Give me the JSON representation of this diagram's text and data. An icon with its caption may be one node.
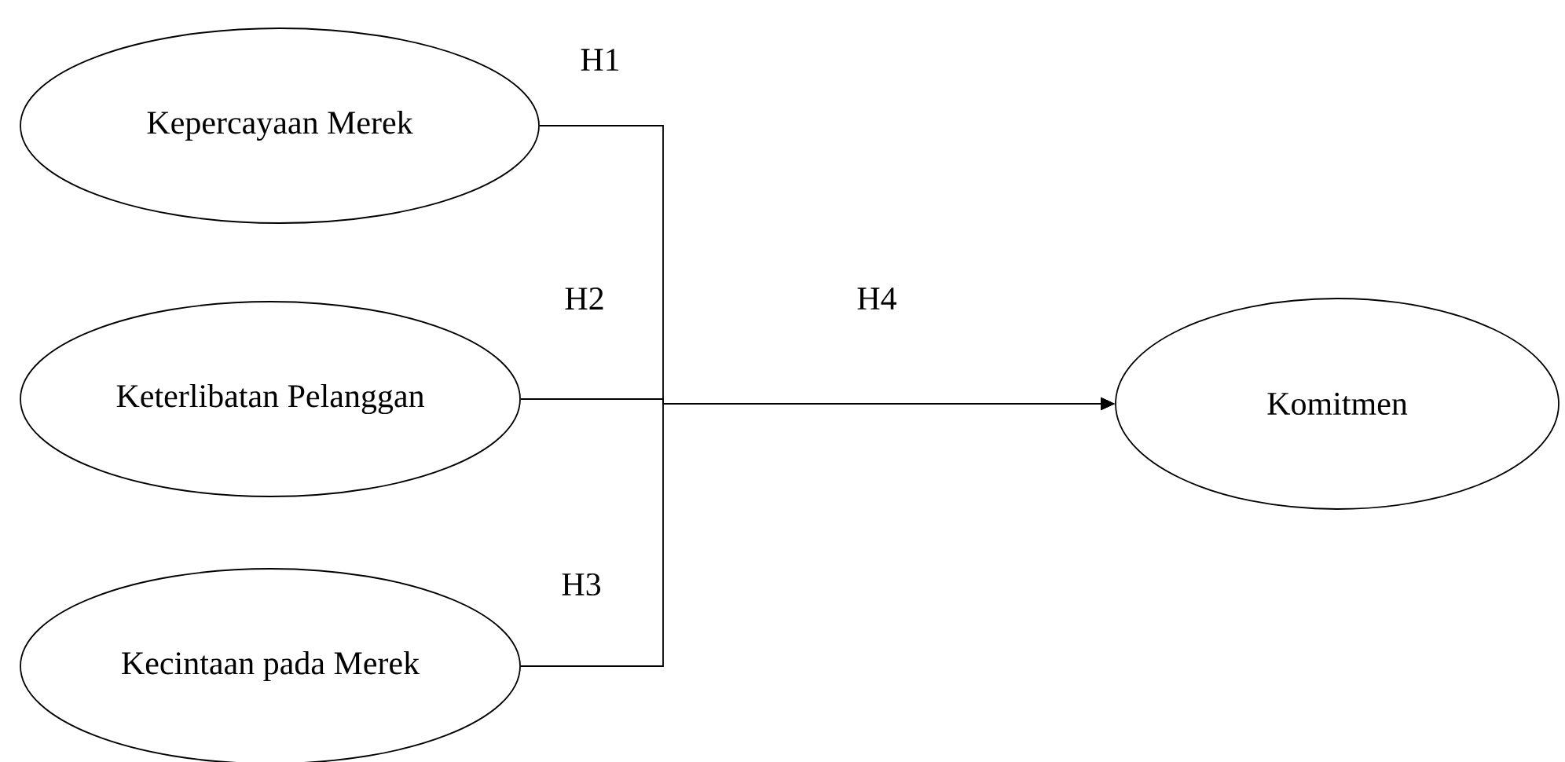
{
  "diagram": {
    "nodes": [
      {
        "text": [
          "Kepercayaan Merek"
        ]
      },
      {
        "text": [
          "Keterlibatan Pelanggan"
        ]
      },
      {
        "text": [
          "Kecintaan pada Merek"
        ]
      },
      {
        "text": [
          "Komitmen"
        ]
      }
    ],
    "edges": [
      {
        "from": 0,
        "to": 3,
        "arrow": "to",
        "label": "H1"
      },
      {
        "from": 1,
        "to": 3,
        "arrow": "to",
        "label": "H2"
      },
      {
        "from": 2,
        "to": 3,
        "arrow": "to",
        "label": "H3"
      }
    ],
    "labels": [
      "H4"
    ]
  }
}
